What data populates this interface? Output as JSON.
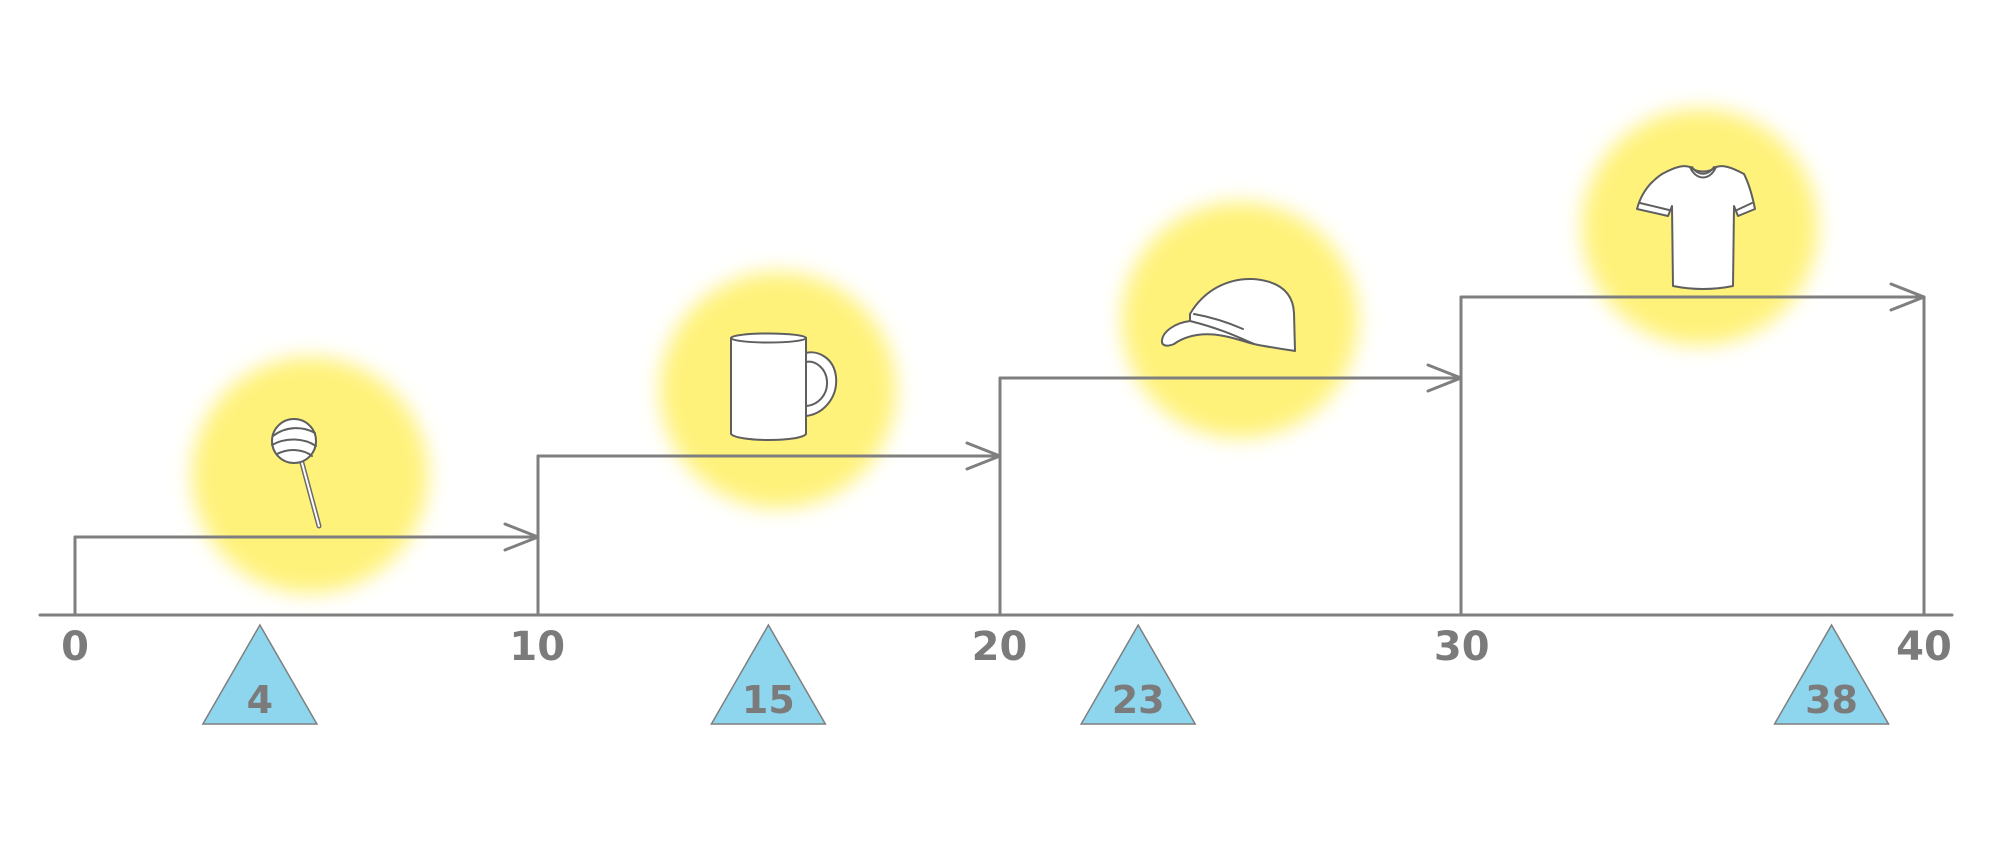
{
  "colors": {
    "line": "#7f7f7f",
    "glow": "#fff27a",
    "marker_fill": "#8ed6ee",
    "marker_stroke": "#7f7f7f",
    "text": "#7b7b7b",
    "icon_stroke": "#5f5f5f",
    "icon_fill": "#ffffff"
  },
  "axis": {
    "min": 0,
    "max": 40,
    "tick_labels": [
      "0",
      "10",
      "20",
      "30",
      "40"
    ]
  },
  "steps": [
    {
      "range": [
        0,
        10
      ],
      "level": 1,
      "item": "lollipop-icon"
    },
    {
      "range": [
        10,
        20
      ],
      "level": 2,
      "item": "mug-icon"
    },
    {
      "range": [
        20,
        30
      ],
      "level": 3,
      "item": "cap-icon"
    },
    {
      "range": [
        30,
        40
      ],
      "level": 4,
      "item": "tshirt-icon"
    }
  ],
  "markers": [
    {
      "value": 4,
      "label": "4"
    },
    {
      "value": 15,
      "label": "15"
    },
    {
      "value": 23,
      "label": "23"
    },
    {
      "value": 38,
      "label": "38"
    }
  ]
}
